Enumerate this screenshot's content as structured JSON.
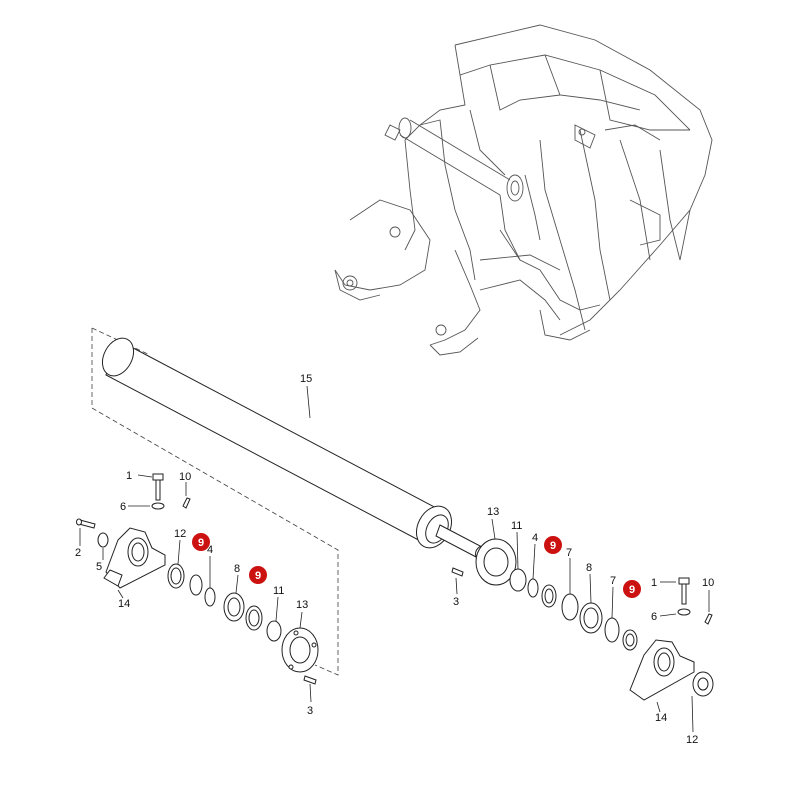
{
  "colors": {
    "highlight": "#cc1111",
    "line": "#222222",
    "background": "#ffffff"
  },
  "labels": [
    {
      "id": "l15",
      "text": "15",
      "highlight": false
    },
    {
      "id": "l1a",
      "text": "1",
      "highlight": false
    },
    {
      "id": "l10a",
      "text": "10",
      "highlight": false
    },
    {
      "id": "l6a",
      "text": "6",
      "highlight": false
    },
    {
      "id": "l2",
      "text": "2",
      "highlight": false
    },
    {
      "id": "l5",
      "text": "5",
      "highlight": false
    },
    {
      "id": "l14a",
      "text": "14",
      "highlight": false
    },
    {
      "id": "l12a",
      "text": "12",
      "highlight": false
    },
    {
      "id": "l9a",
      "text": "9",
      "highlight": true
    },
    {
      "id": "l4a",
      "text": "4",
      "highlight": false
    },
    {
      "id": "l8a",
      "text": "8",
      "highlight": false
    },
    {
      "id": "l9b",
      "text": "9",
      "highlight": true
    },
    {
      "id": "l11a",
      "text": "11",
      "highlight": false
    },
    {
      "id": "l13a",
      "text": "13",
      "highlight": false
    },
    {
      "id": "l3a",
      "text": "3",
      "highlight": false
    },
    {
      "id": "l13b",
      "text": "13",
      "highlight": false
    },
    {
      "id": "l11b",
      "text": "11",
      "highlight": false
    },
    {
      "id": "l4b",
      "text": "4",
      "highlight": false
    },
    {
      "id": "l9c",
      "text": "9",
      "highlight": true
    },
    {
      "id": "l7a",
      "text": "7",
      "highlight": false
    },
    {
      "id": "l3b",
      "text": "3",
      "highlight": false
    },
    {
      "id": "l8b",
      "text": "8",
      "highlight": false
    },
    {
      "id": "l7b",
      "text": "7",
      "highlight": false
    },
    {
      "id": "l9d",
      "text": "9",
      "highlight": true
    },
    {
      "id": "l1b",
      "text": "1",
      "highlight": false
    },
    {
      "id": "l10b",
      "text": "10",
      "highlight": false
    },
    {
      "id": "l6b",
      "text": "6",
      "highlight": false
    },
    {
      "id": "l14b",
      "text": "14",
      "highlight": false
    },
    {
      "id": "l12b",
      "text": "12",
      "highlight": false
    }
  ]
}
